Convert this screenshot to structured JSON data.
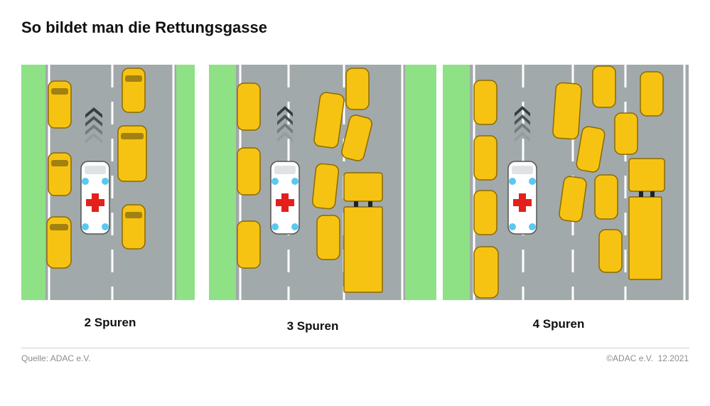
{
  "title": "So bildet man die Rettungsgasse",
  "panels": [
    {
      "caption": "2 Spuren"
    },
    {
      "caption": "3 Spuren"
    },
    {
      "caption": "4 Spuren"
    }
  ],
  "footer": {
    "source": "Quelle: ADAC e.V.",
    "credit": "©ADAC e.V.  12.2021"
  },
  "colors": {
    "road": "#a2a9aa",
    "verge": "#8ee185",
    "car": "#f7c312",
    "ambulance_cross": "#e3201b",
    "siren": "#5ac8f0",
    "chevron": "#333d40"
  }
}
